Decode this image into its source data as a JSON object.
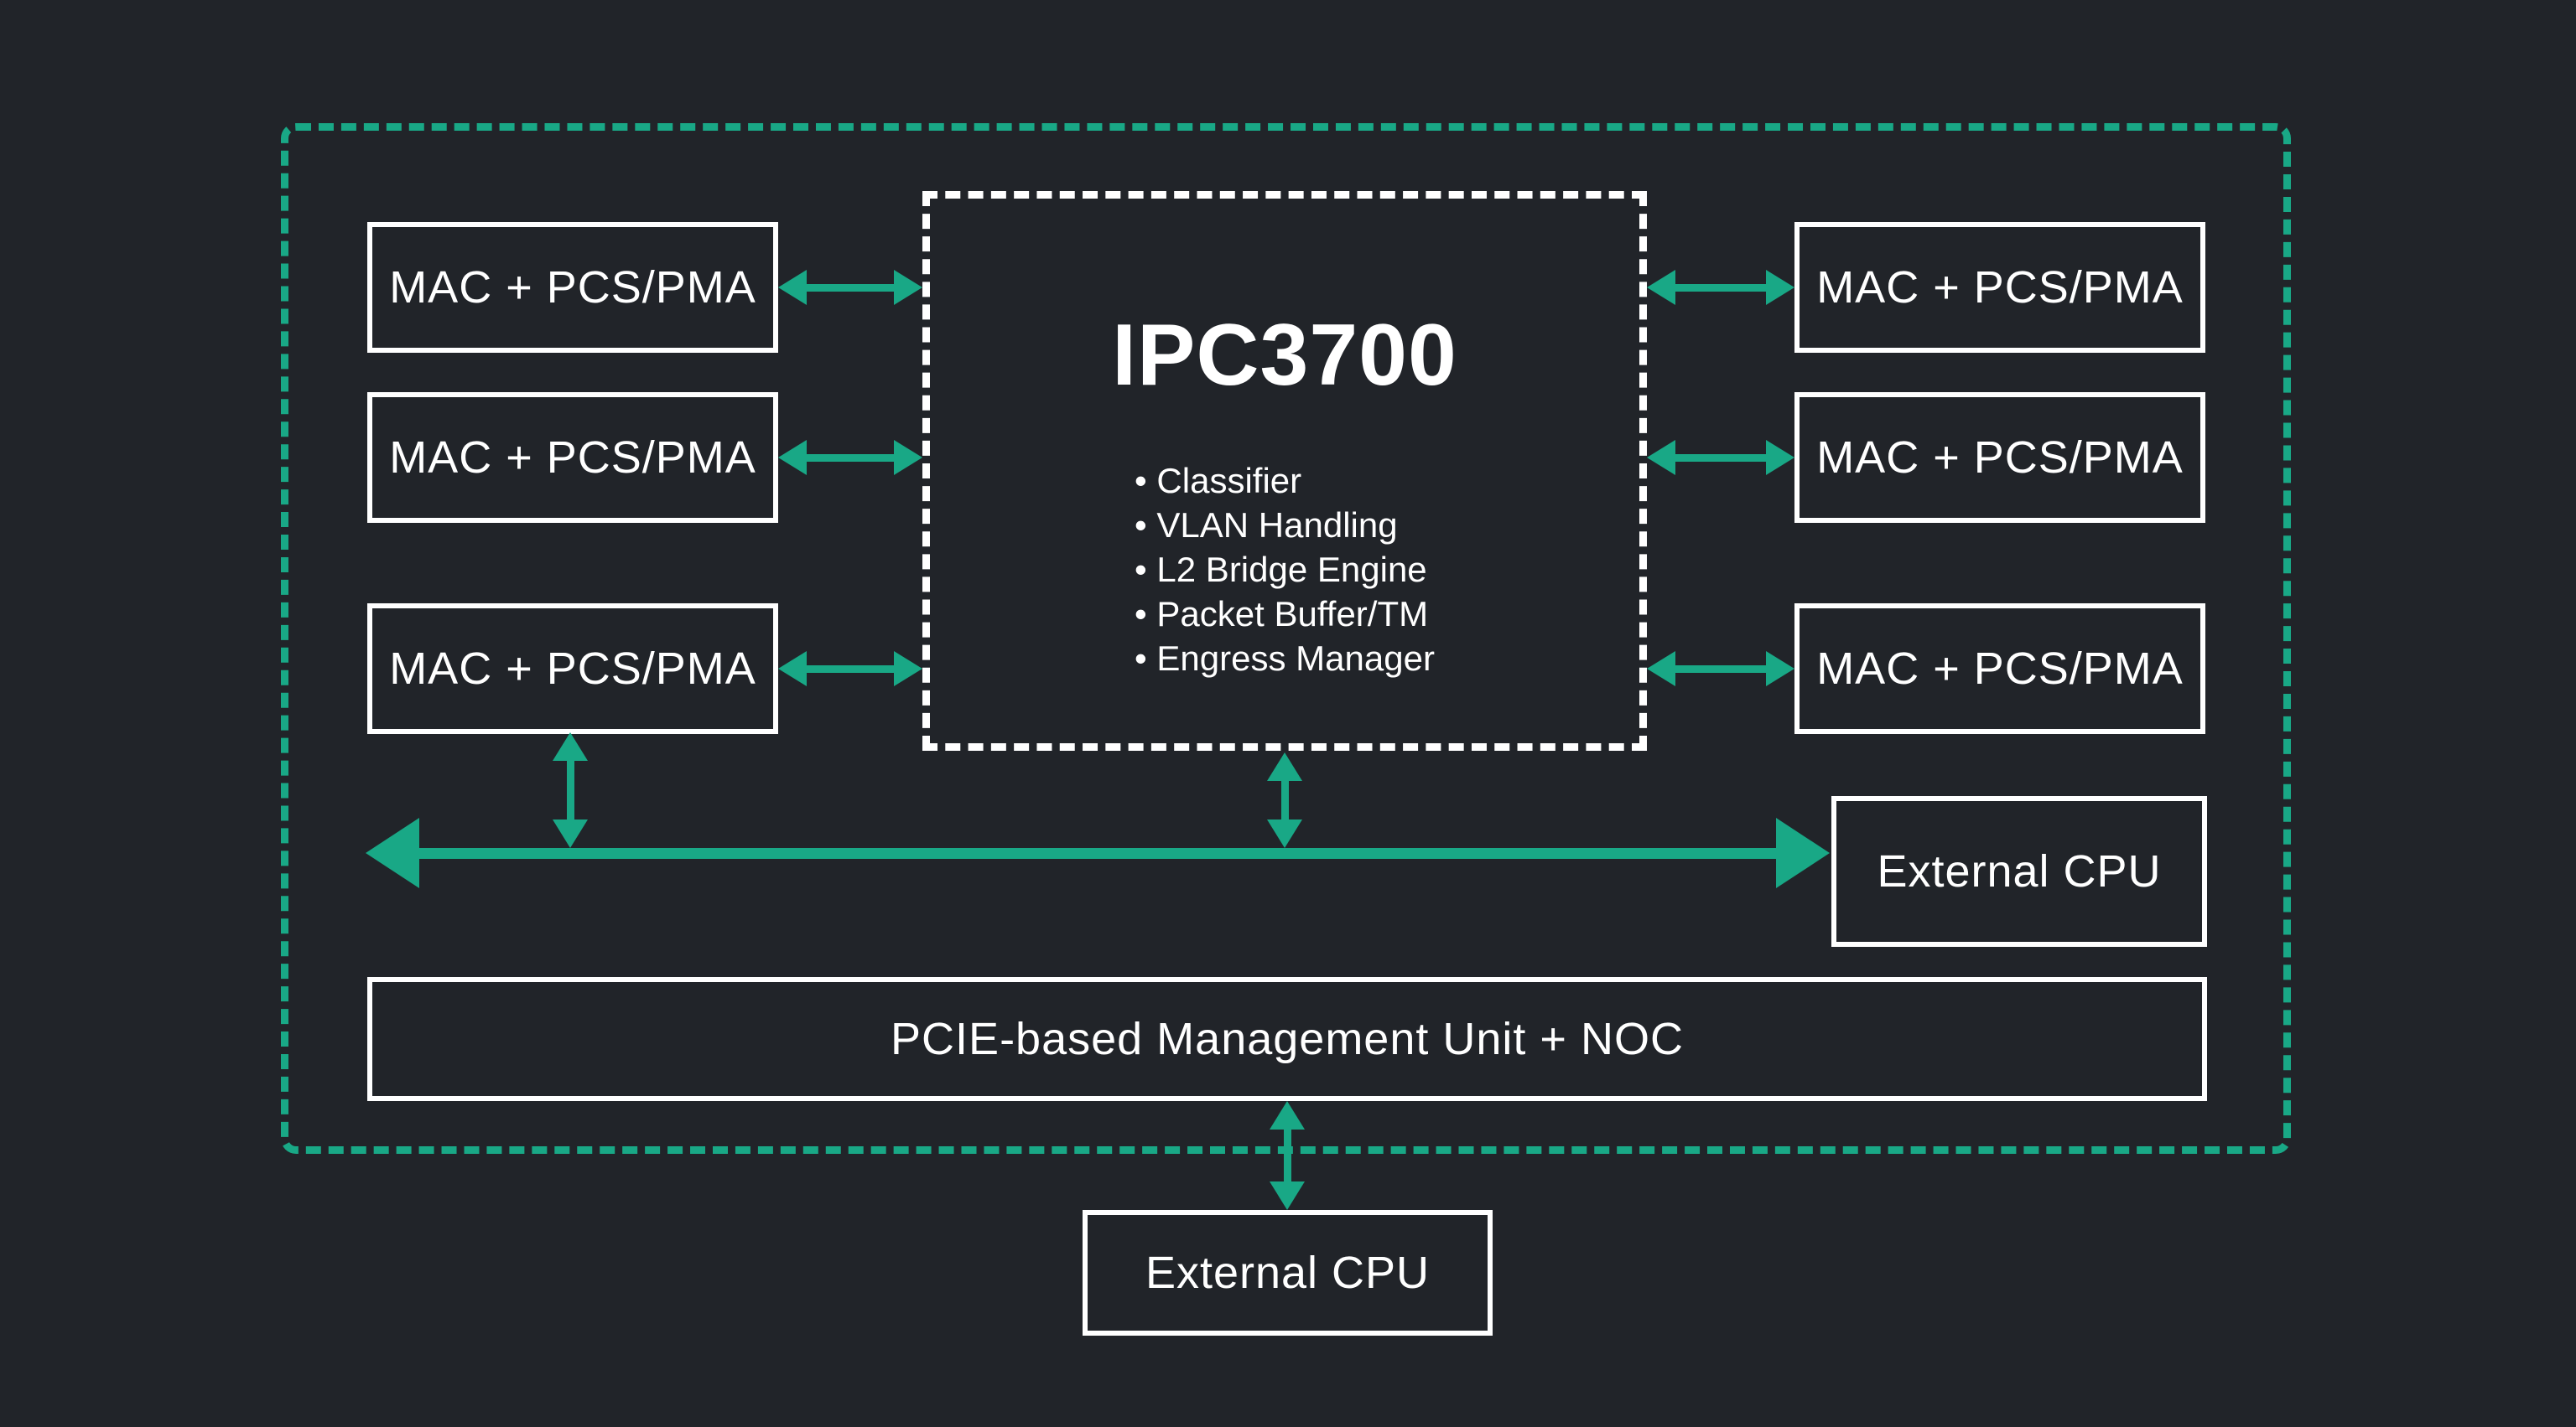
{
  "colors": {
    "background": "#212429",
    "accent": "#19a886",
    "box_border": "#ffffff",
    "text": "#ffffff"
  },
  "chip": {
    "title": "IPC3700",
    "features": [
      "Classifier",
      "VLAN Handling",
      "L2 Bridge Engine",
      "Packet Buffer/TM",
      "Engress Manager"
    ]
  },
  "ports": {
    "mac_label": "MAC + PCS/PMA"
  },
  "management": {
    "pcie_label": "PCIE-based Management Unit + NOC"
  },
  "external": {
    "cpu_right_label": "External CPU",
    "cpu_bottom_label": "External CPU"
  }
}
